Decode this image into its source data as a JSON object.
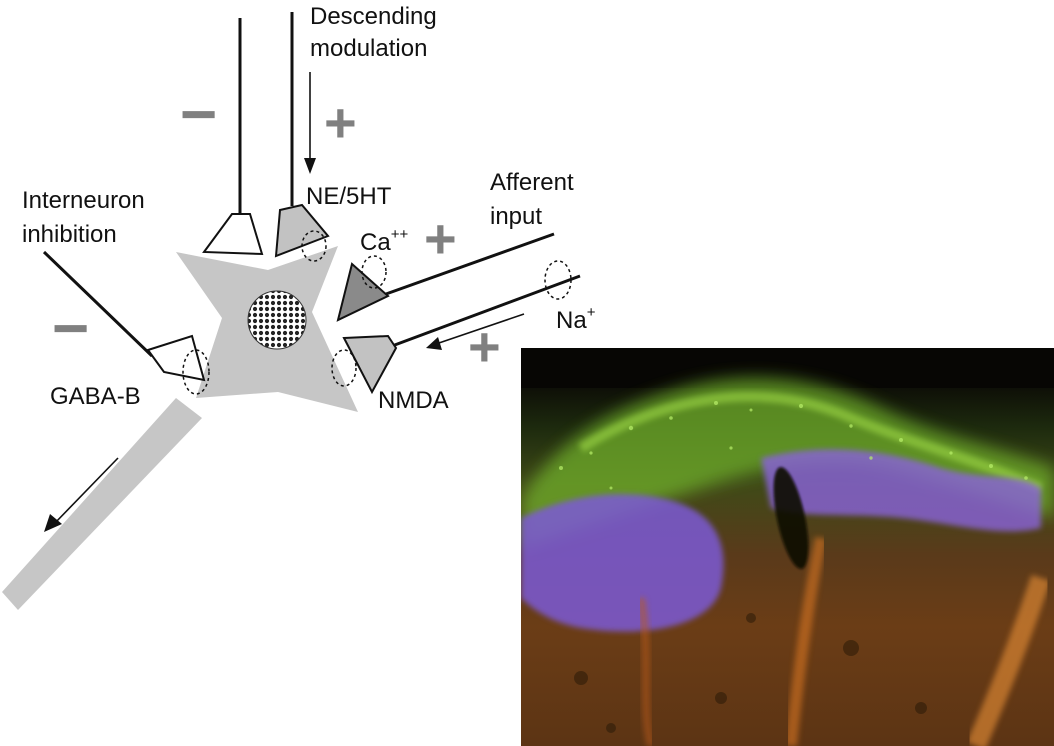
{
  "labels": {
    "descending_modulation": [
      "Descending",
      "modulation"
    ],
    "interneuron_inhibition": [
      "Interneuron",
      "inhibition"
    ],
    "ne_5ht": "NE/5HT",
    "afferent_input": [
      "Afferent",
      "input"
    ],
    "ca": {
      "base": "Ca",
      "sup": "++"
    },
    "na": {
      "base": "Na",
      "sup": "+"
    },
    "gaba_b": "GABA-B",
    "nmda": "NMDA"
  },
  "signs": {
    "minus": "−",
    "plus": "+"
  },
  "colors": {
    "neuron_body": "#c6c6c6",
    "terminal_light": "#ffffff",
    "terminal_mid": "#c2c2c2",
    "terminal_dark": "#8a8a8a",
    "sign": "#808080",
    "line": "#111111",
    "micrograph_green": "#7fc234",
    "micrograph_violet": "#7e5cd8",
    "micrograph_orange": "#c8641e"
  }
}
